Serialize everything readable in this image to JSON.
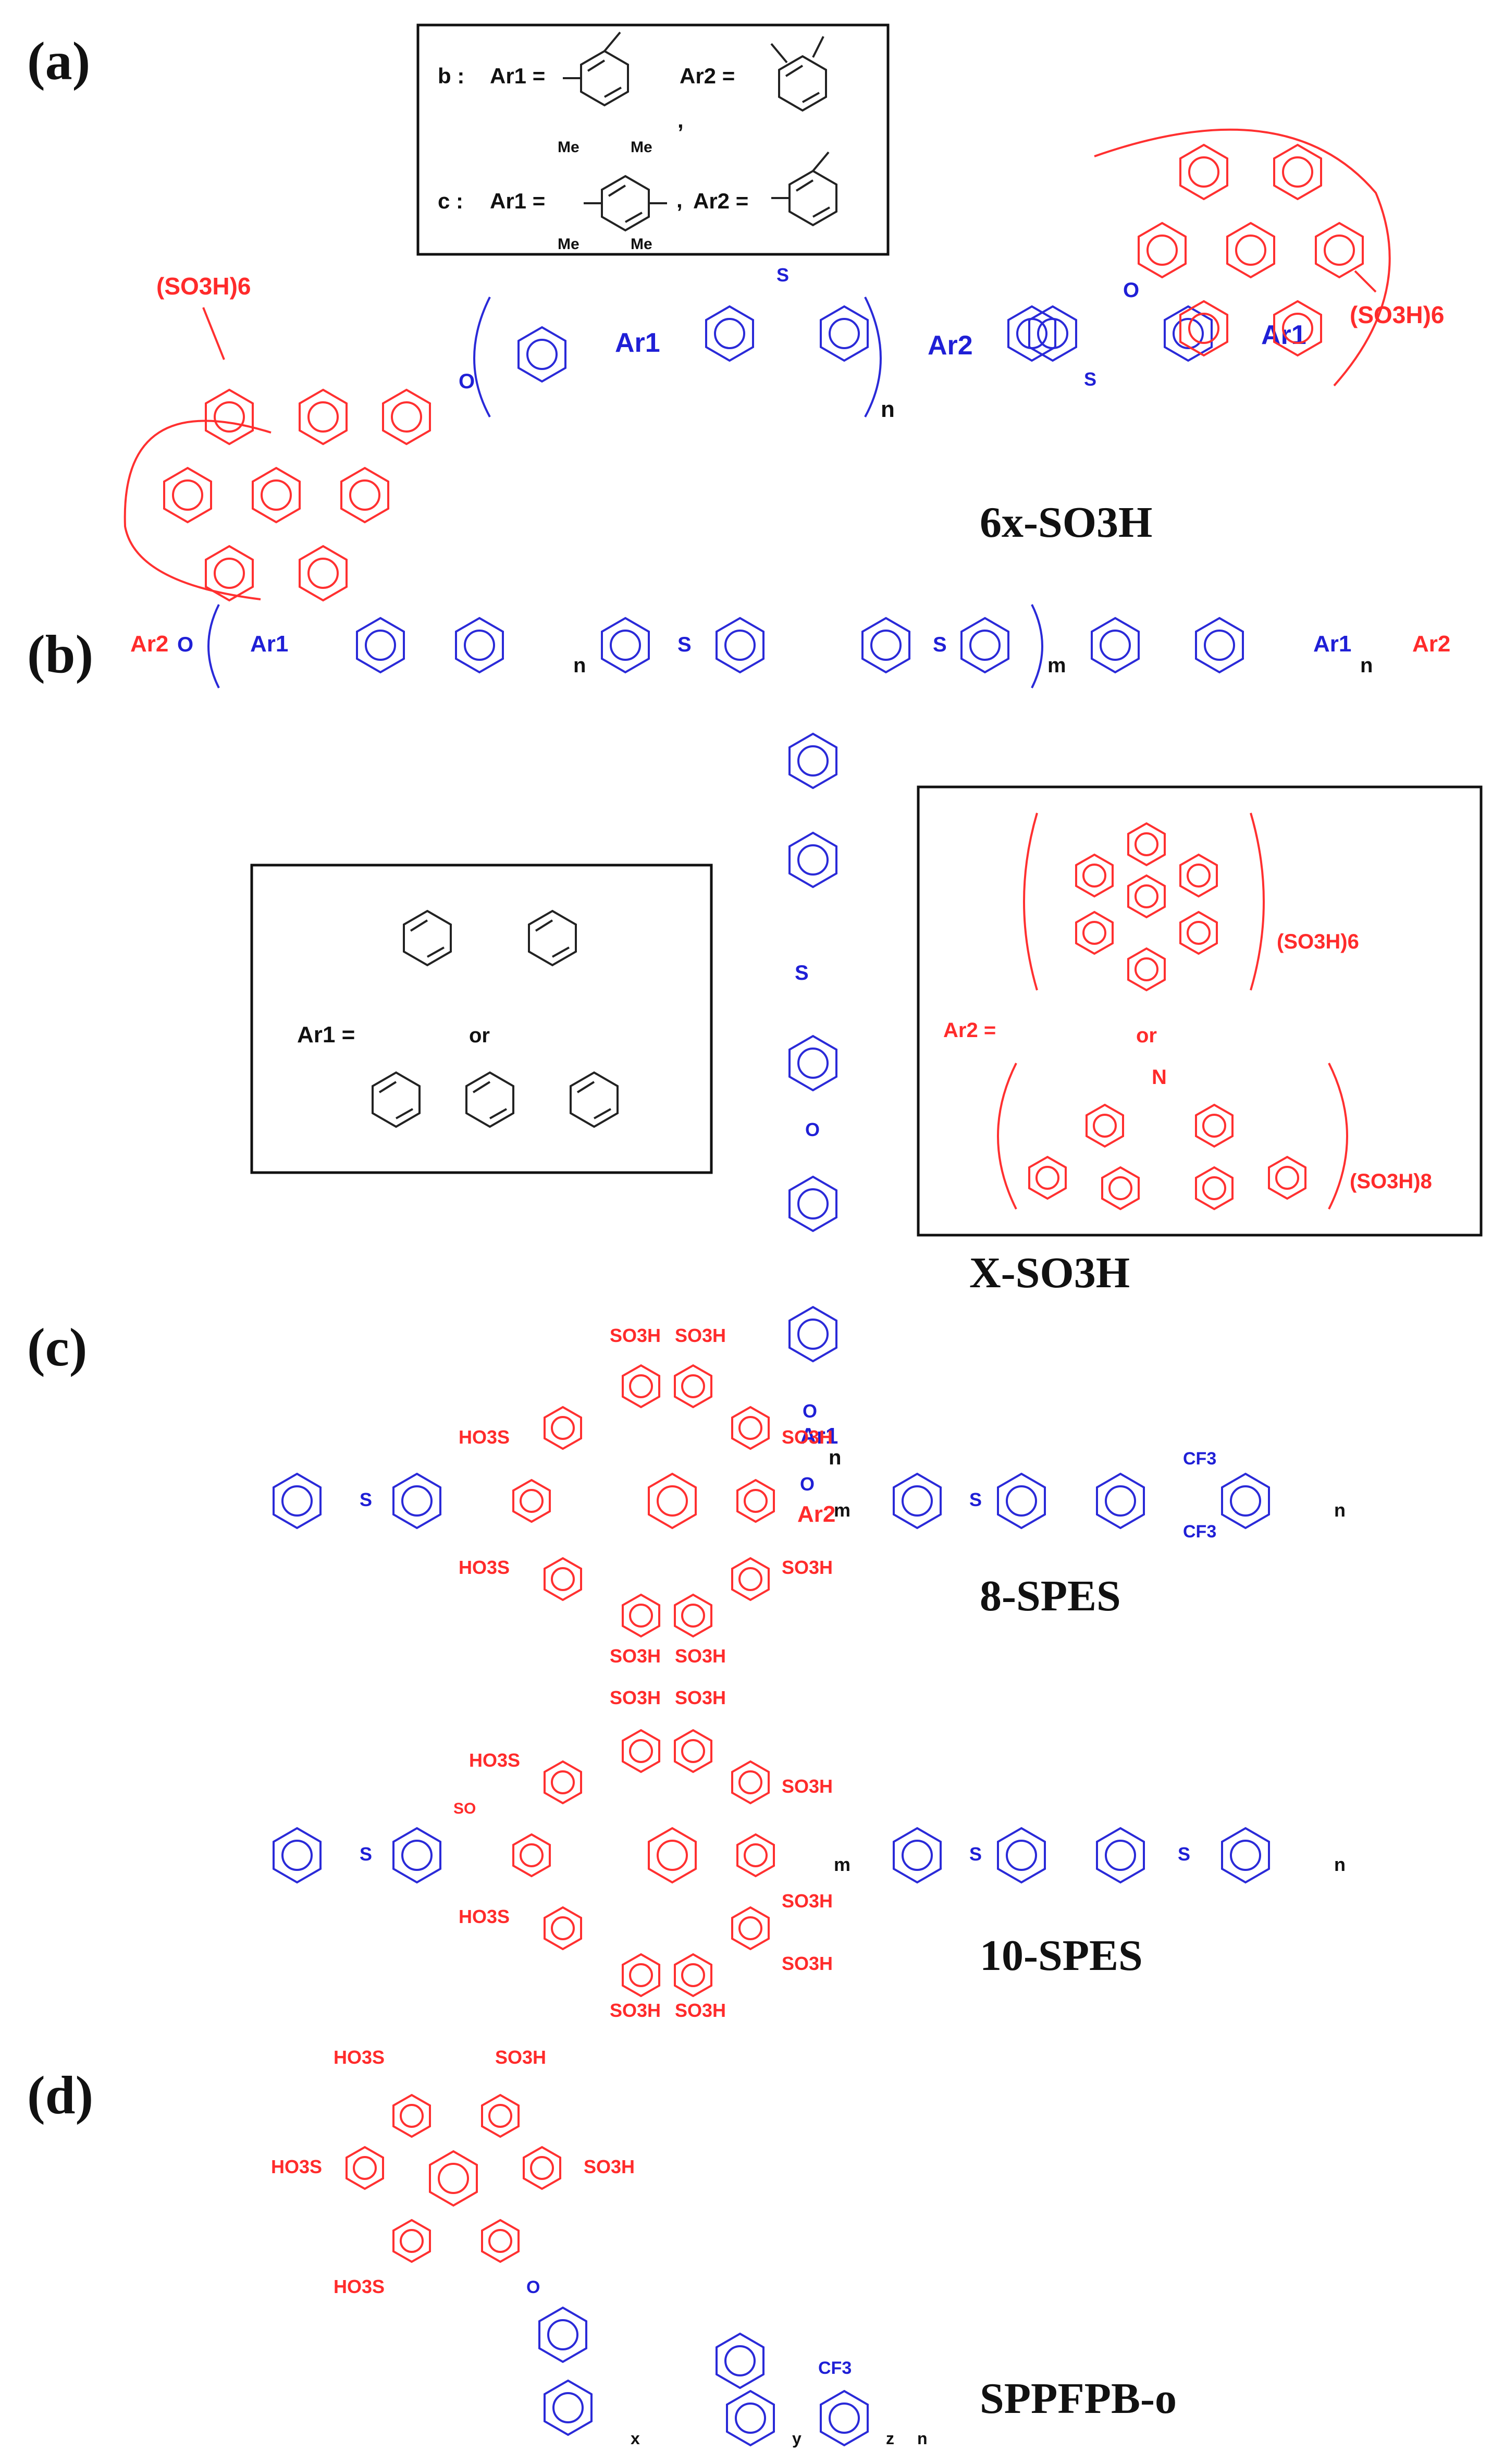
{
  "panels": {
    "a": {
      "label": "(a)",
      "compound": "6x-SO3H",
      "legend": {
        "row_b": {
          "prefix": "b :",
          "ar1": "Ar1 =",
          "ar2": "Ar2 ="
        },
        "row_c": {
          "prefix": "c :",
          "ar1": "Ar1 =",
          "ar2": "Ar2 ="
        },
        "methyl": "Me"
      },
      "sulfonate_left": "(SO3H)6",
      "sulfonate_right": "(SO3H)6",
      "backbone": {
        "ar1": "Ar1",
        "ar2": "Ar2",
        "o": "O",
        "s": "S",
        "n": "n"
      }
    },
    "b": {
      "label": "(b)",
      "compound": "X-SO3H",
      "backbone": {
        "ar1": "Ar1",
        "ar2": "Ar2",
        "o": "O",
        "so2": "S",
        "n": "n",
        "m": "m"
      },
      "ar1_box": {
        "label": "Ar1 =",
        "or": "or"
      },
      "ar2_box": {
        "label": "Ar2 =",
        "or": "or",
        "sulfo6": "(SO3H)6",
        "sulfo8": "(SO3H)8",
        "nitrogen": "N"
      }
    },
    "c": {
      "label": "(c)",
      "compound_1": "8-SPES",
      "compound_2": "10-SPES",
      "so3h": "SO3H",
      "ho3s": "HO3S",
      "cf3": "CF3",
      "m": "m",
      "n": "n"
    },
    "d": {
      "label": "(d)",
      "compound": "SPPFPB-o",
      "so3h": "SO3H",
      "ho3s": "HO3S",
      "cf3": "CF3",
      "x": "x",
      "y": "y",
      "z": "z",
      "n": "n"
    }
  },
  "colors": {
    "backbone": "#1f1fd6",
    "sulfonated_side": "#ff2b2b",
    "text": "#111111"
  }
}
